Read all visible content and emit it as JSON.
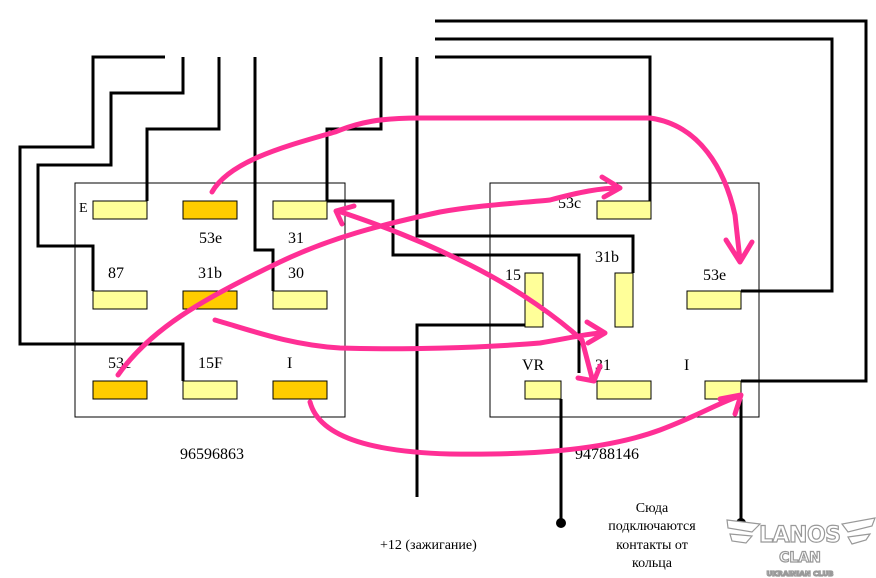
{
  "left_connector": {
    "part_number": "96596863",
    "terminals": [
      {
        "label": "E",
        "color": "#ffff99"
      },
      {
        "label": "53e",
        "color": "#ffcc00"
      },
      {
        "label": "31",
        "color": "#ffff99"
      },
      {
        "label": "87",
        "color": "#ffff99"
      },
      {
        "label": "31b",
        "color": "#ffcc00"
      },
      {
        "label": "30",
        "color": "#ffff99"
      },
      {
        "label": "53c",
        "color": "#ffcc00"
      },
      {
        "label": "15F",
        "color": "#ffff99"
      },
      {
        "label": "I",
        "color": "#ffcc00"
      }
    ]
  },
  "right_connector": {
    "part_number": "94788146",
    "terminals": [
      {
        "label": "53c",
        "color": "#ffff99"
      },
      {
        "label": "15",
        "color": "#ffff99"
      },
      {
        "label": "31b",
        "color": "#ffff99"
      },
      {
        "label": "53e",
        "color": "#ffff99"
      },
      {
        "label": "VR",
        "color": "#ffff99"
      },
      {
        "label": "31",
        "color": "#ffff99"
      },
      {
        "label": "I",
        "color": "#ffff99"
      }
    ]
  },
  "notes": {
    "ignition": "+12 (зажигание)",
    "ring_lines": [
      "Сюда",
      "подключаются",
      "контакты от",
      "кольца"
    ]
  },
  "logo": {
    "name": "LANOS",
    "sub": "CLAN",
    "tagline": "UKRAINIAN CLUB"
  },
  "colors": {
    "wire": "#000000",
    "connection_marker": "#ff2f95",
    "terminal_light": "#ffff99",
    "terminal_orange": "#ffcc00"
  }
}
